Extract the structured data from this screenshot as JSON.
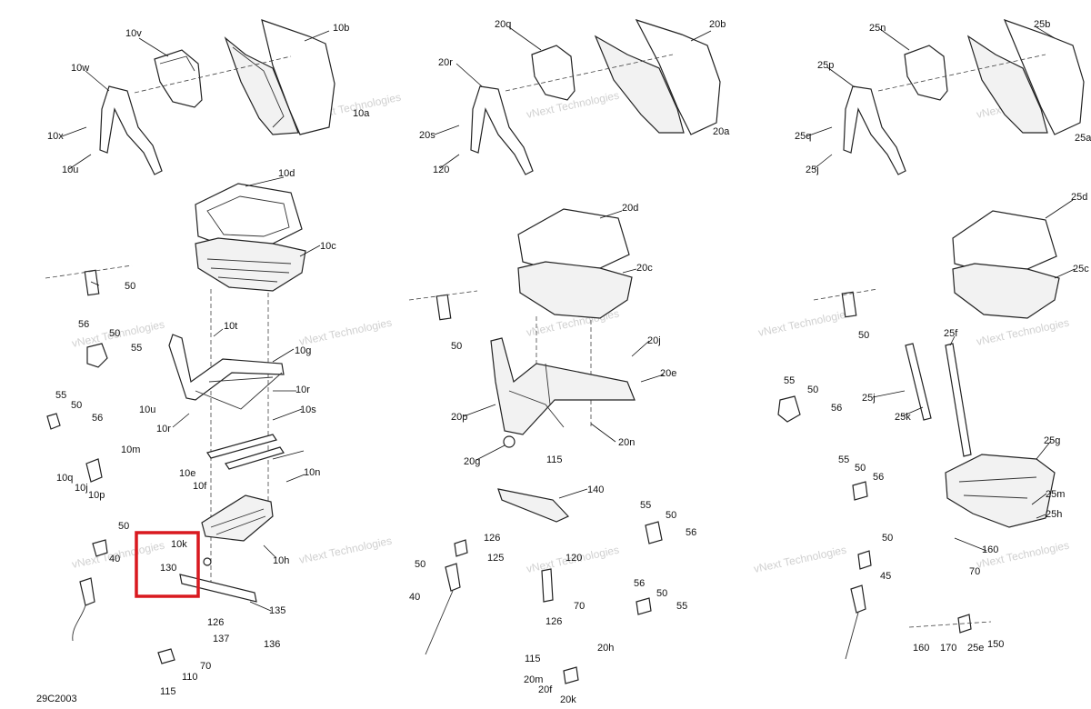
{
  "figure": {
    "drawing_code": "29C2003",
    "watermark_text": "vNext Technologies",
    "highlight_color": "#d9191f"
  },
  "labels": {
    "c1": [
      "10v",
      "10b",
      "10w",
      "10x",
      "10a",
      "10u",
      "10d",
      "10c",
      "50",
      "56",
      "50",
      "55",
      "10t",
      "10g",
      "55",
      "50",
      "56",
      "10r",
      "10u",
      "10r",
      "10s",
      "10m",
      "10q",
      "10e",
      "10j",
      "10p",
      "10f",
      "10n",
      "50",
      "10k",
      "40",
      "130",
      "10h",
      "135",
      "126",
      "137",
      "136",
      "70",
      "110",
      "115"
    ],
    "c2": [
      "20q",
      "20b",
      "20r",
      "20s",
      "20a",
      "120",
      "20d",
      "20c",
      "50",
      "20j",
      "20e",
      "20p",
      "20n",
      "20g",
      "115",
      "140",
      "126",
      "55",
      "50",
      "125",
      "56",
      "50",
      "120",
      "40",
      "70",
      "56",
      "50",
      "126",
      "55",
      "115",
      "20h",
      "20m",
      "20f",
      "20k"
    ],
    "c3": [
      "25n",
      "25b",
      "25p",
      "25q",
      "25a",
      "25j",
      "25d",
      "25c",
      "50",
      "25f",
      "55",
      "50",
      "25j",
      "25k",
      "56",
      "25g",
      "55",
      "50",
      "56",
      "25m",
      "25h",
      "160",
      "70",
      "50",
      "45",
      "160",
      "170",
      "25e",
      "150"
    ]
  }
}
